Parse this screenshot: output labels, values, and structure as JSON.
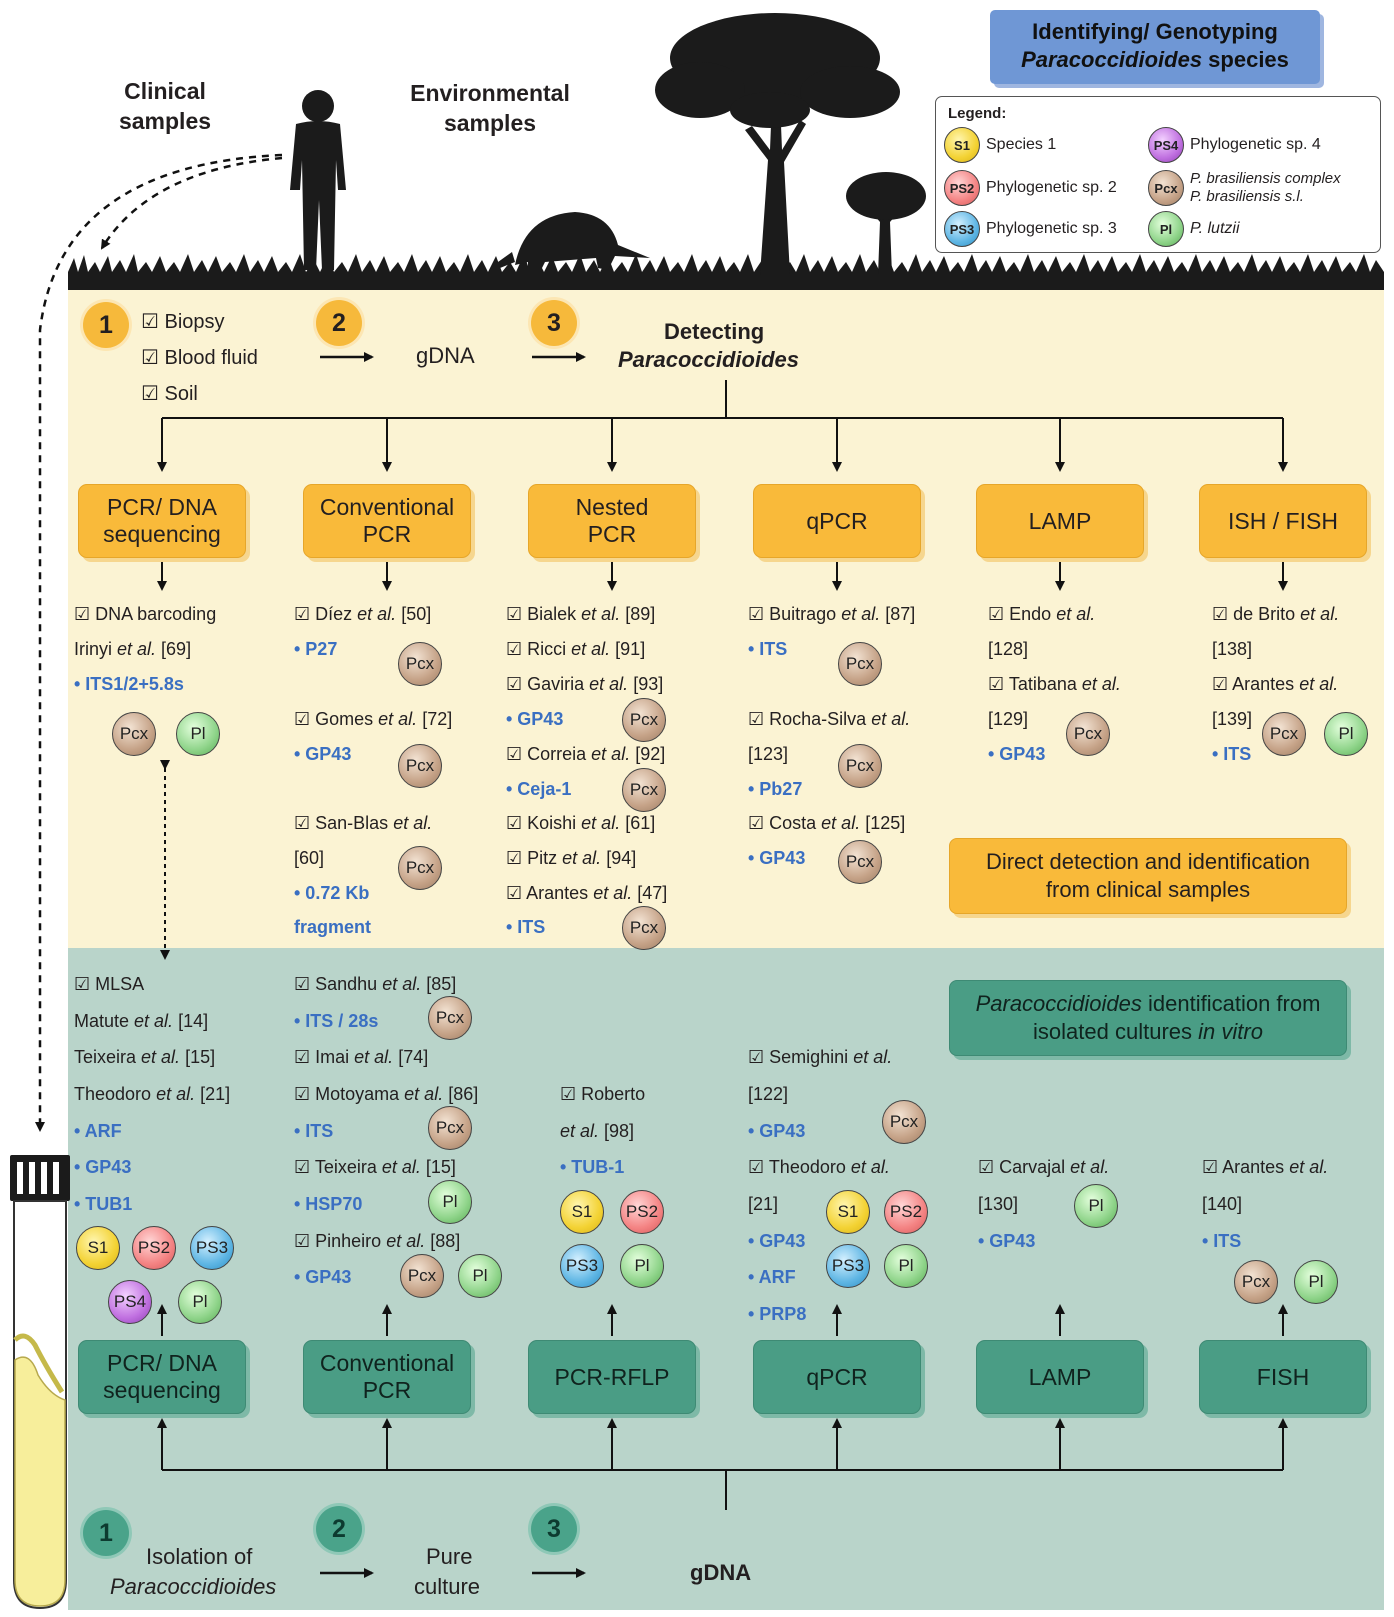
{
  "header": {
    "clinical": [
      "Clinical",
      "samples"
    ],
    "environmental": [
      "Environmental",
      "samples"
    ],
    "title_line1": "Identifying/ Genotyping",
    "title_line2_italic": "Paracoccidioides",
    "title_line2_rest": " species"
  },
  "legend": {
    "title": "Legend:",
    "items": [
      {
        "badge": "S1",
        "label": "Species 1"
      },
      {
        "badge": "PS2",
        "label": "Phylogenetic sp. 2"
      },
      {
        "badge": "PS3",
        "label": "Phylogenetic sp. 3"
      },
      {
        "badge": "PS4",
        "label": "Phylogenetic sp. 4"
      },
      {
        "badge": "Pcx",
        "label_line1": "P. brasiliensis complex",
        "label_line2": "P. brasiliensis s.l."
      },
      {
        "badge": "Pl",
        "label": "P. lutzii"
      }
    ],
    "colors": {
      "S1": "#f3d233",
      "PS2": "#f48383",
      "PS3": "#5fb6e4",
      "PS4": "#c070e0",
      "Pcx": "#c5a287",
      "Pl": "#8fd48a"
    }
  },
  "clinical_flow": {
    "step1": "1",
    "step2": "2",
    "step3": "3",
    "samples": [
      "☑ Biopsy",
      "☑ Blood fluid",
      "☑ Soil"
    ],
    "gdna": "gDNA",
    "detecting": "Detecting",
    "detecting_genus": "Paracoccidioides",
    "methods": [
      [
        "PCR/ DNA",
        "sequencing"
      ],
      [
        "Conventional",
        "PCR"
      ],
      [
        "Nested",
        "PCR"
      ],
      [
        "qPCR"
      ],
      [
        "LAMP"
      ],
      [
        "ISH / FISH"
      ]
    ],
    "note": [
      "Direct detection and identification",
      "from clinical samples"
    ]
  },
  "clinical_refs": {
    "col1": {
      "a": "☑ DNA barcoding",
      "b": "Irinyi ",
      "b2": "et al.",
      "b3": " [69]",
      "marker": "• ITS1/2+5.8s"
    },
    "col2": [
      {
        "a": "☑ Díez ",
        "et": "et al.",
        "n": " [50]",
        "marker": "• P27"
      },
      {
        "a": "☑ Gomes ",
        "et": "et al.",
        "n": " [72]",
        "marker": "• GP43"
      },
      {
        "a": "☑ San-Blas ",
        "et": "et al.",
        "n": "[60]",
        "marker1": "• 0.72 Kb",
        "marker2": "fragment"
      }
    ],
    "col3": [
      {
        "a": "☑ Bialek ",
        "et": "et al.",
        "n": " [89]"
      },
      {
        "a": "☑ Ricci ",
        "et": "et al.",
        "n": " [91]"
      },
      {
        "a": "☑ Gaviria ",
        "et": "et al.",
        "n": " [93]"
      },
      {
        "marker": "• GP43"
      },
      {
        "a": "☑ Correia ",
        "et": "et al.",
        "n": " [92]"
      },
      {
        "marker": "• Ceja-1"
      },
      {
        "a": "☑ Koishi ",
        "et": "et al.",
        "n": " [61]"
      },
      {
        "a": "☑ Pitz ",
        "et": "et al.",
        "n": " [94]"
      },
      {
        "a": "☑ Arantes ",
        "et": "et al.",
        "n": " [47]"
      },
      {
        "marker": "• ITS"
      }
    ],
    "col4": [
      {
        "a": "☑ Buitrago ",
        "et": "et al.",
        "n": " [87]",
        "marker": "• ITS"
      },
      {
        "a": "☑ Rocha-Silva ",
        "et": "et al.",
        "n": "[123]",
        "marker": "• Pb27"
      },
      {
        "a": "☑ Costa ",
        "et": "et al.",
        "n": " [125]",
        "marker": "• GP43"
      }
    ],
    "col5": [
      {
        "a": "☑ Endo ",
        "et": "et al.",
        "n": "[128]"
      },
      {
        "a": "☑ Tatibana ",
        "et": "et al.",
        "n": "[129]",
        "marker": "• GP43"
      }
    ],
    "col6": [
      {
        "a": "☑ de Brito ",
        "et": "et al.",
        "n": "[138]"
      },
      {
        "a": "☑ Arantes ",
        "et": "et al.",
        "n": "[139]",
        "marker": "• ITS"
      }
    ]
  },
  "culture_flow": {
    "step1": "1",
    "step2": "2",
    "step3": "3",
    "isolation": "Isolation of",
    "isolation_genus": "Paracoccidioides",
    "pure": [
      "Pure",
      "culture"
    ],
    "gdna": "gDNA",
    "methods": [
      [
        "PCR/ DNA",
        "sequencing"
      ],
      [
        "Conventional",
        "PCR"
      ],
      [
        "PCR-RFLP"
      ],
      [
        "qPCR"
      ],
      [
        "LAMP"
      ],
      [
        "FISH"
      ]
    ],
    "note_italic": "Paracoccidioides",
    "note_rest": " identification from",
    "note_line2": "isolated cultures ",
    "note_line2_italic": "in vitro"
  },
  "culture_refs": {
    "col1": {
      "mlsa": "☑ MLSA",
      "authors": [
        {
          "a": "Matute ",
          "et": "et al.",
          "n": " [14]"
        },
        {
          "a": "Teixeira ",
          "et": "et al.",
          "n": " [15]"
        },
        {
          "a": "Theodoro ",
          "et": "et al.",
          "n": " [21]"
        }
      ],
      "markers": [
        "• ARF",
        "• GP43",
        "• TUB1"
      ]
    },
    "col2": [
      {
        "a": "☑ Sandhu ",
        "et": "et al.",
        "n": " [85]",
        "marker": "• ITS / 28s"
      },
      {
        "a": "☑ Imai ",
        "et": "et al.",
        "n": " [74]"
      },
      {
        "a": "☑ Motoyama ",
        "et": "et al.",
        "n": " [86]",
        "marker": "• ITS"
      },
      {
        "a": "☑ Teixeira ",
        "et": "et al.",
        "n": " [15]",
        "marker": "• HSP70"
      },
      {
        "a": "☑ Pinheiro ",
        "et": "et al.",
        "n": " [88]",
        "marker": "• GP43"
      }
    ],
    "col3": {
      "a": "☑ Roberto",
      "et": "et al.",
      "n": " [98]",
      "marker": "• TUB-1"
    },
    "col4": [
      {
        "a": "☑ Semighini ",
        "et": "et al.",
        "n": "[122]",
        "marker": "• GP43"
      },
      {
        "a": "☑ Theodoro ",
        "et": "et al.",
        "n": "[21]",
        "markers": [
          "• GP43",
          "• ARF",
          "• PRP8"
        ]
      }
    ],
    "col5": {
      "a": "☑ Carvajal ",
      "et": "et al.",
      "n": "[130]",
      "marker": "• GP43"
    },
    "col6": {
      "a": "☑ Arantes ",
      "et": "et al.",
      "n": "[140]",
      "marker": "• ITS"
    }
  },
  "badges": {
    "S1": "S1",
    "PS2": "PS2",
    "PS3": "PS3",
    "PS4": "PS4",
    "Pcx": "Pcx",
    "Pl": "Pl"
  }
}
